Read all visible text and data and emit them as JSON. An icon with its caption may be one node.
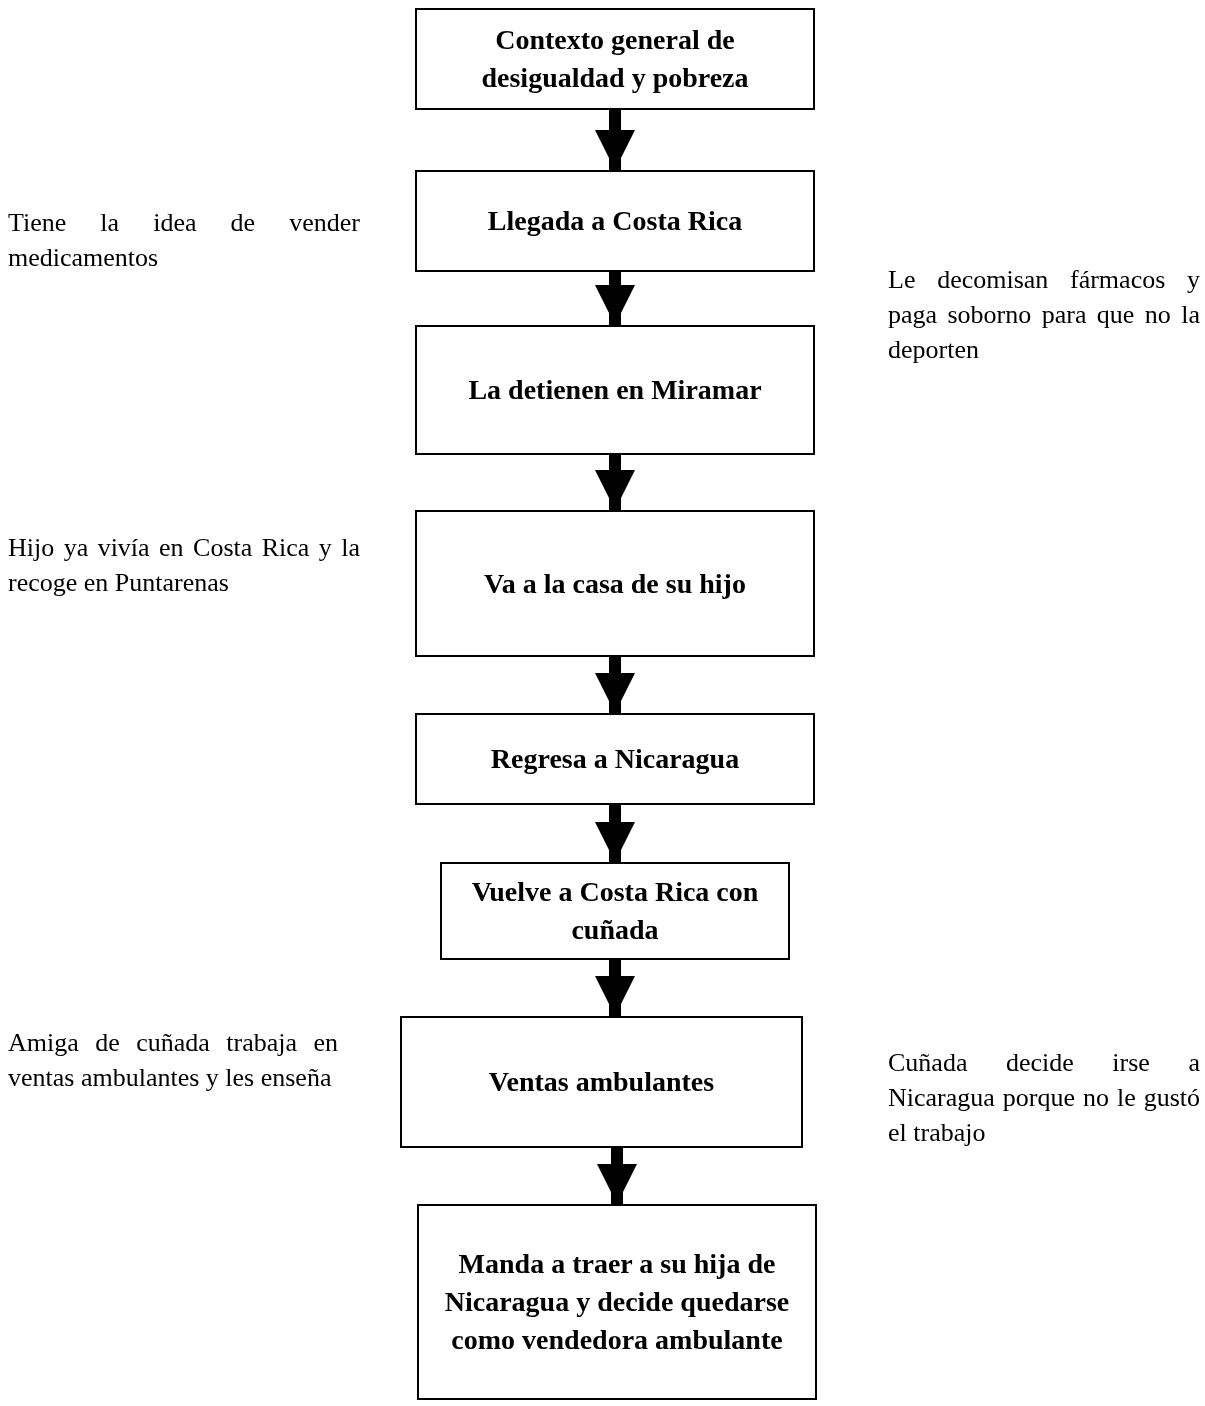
{
  "diagram": {
    "nodes": [
      {
        "text": [
          "Contexto general de desigualdad y pobreza"
        ]
      },
      {
        "text": [
          "Llegada a Costa Rica"
        ],
        "beside": [
          "Tiene la idea de vender medicamentos"
        ]
      },
      {
        "text": [
          "La detienen en Miramar"
        ],
        "beside": [
          "Le decomisan fármacos y paga soborno para que no la deporten"
        ]
      },
      {
        "text": [
          "Va a la casa de su hijo"
        ],
        "beside": [
          "Hijo ya vivía en Costa Rica y la recoge en Puntarenas"
        ]
      },
      {
        "text": [
          "Regresa a Nicaragua"
        ]
      },
      {
        "text": [
          "Vuelve a Costa Rica con cuñada"
        ]
      },
      {
        "text": [
          "Ventas ambulantes"
        ],
        "beside": [
          "Amiga de cuñada trabaja en ventas ambulantes y les enseña",
          "Cuñada decide irse a Nicaragua porque no le gustó el trabajo"
        ]
      },
      {
        "text": [
          "Manda a traer a su hija de Nicaragua y decide quedarse como vendedora ambulante"
        ]
      }
    ],
    "edges": [
      {
        "from": 0,
        "to": 1,
        "arrow": "to"
      },
      {
        "from": 1,
        "to": 2,
        "arrow": "to"
      },
      {
        "from": 2,
        "to": 3,
        "arrow": "to"
      },
      {
        "from": 3,
        "to": 4,
        "arrow": "to"
      },
      {
        "from": 4,
        "to": 5,
        "arrow": "to"
      },
      {
        "from": 5,
        "to": 6,
        "arrow": "to"
      },
      {
        "from": 6,
        "to": 7,
        "arrow": "to"
      }
    ]
  }
}
